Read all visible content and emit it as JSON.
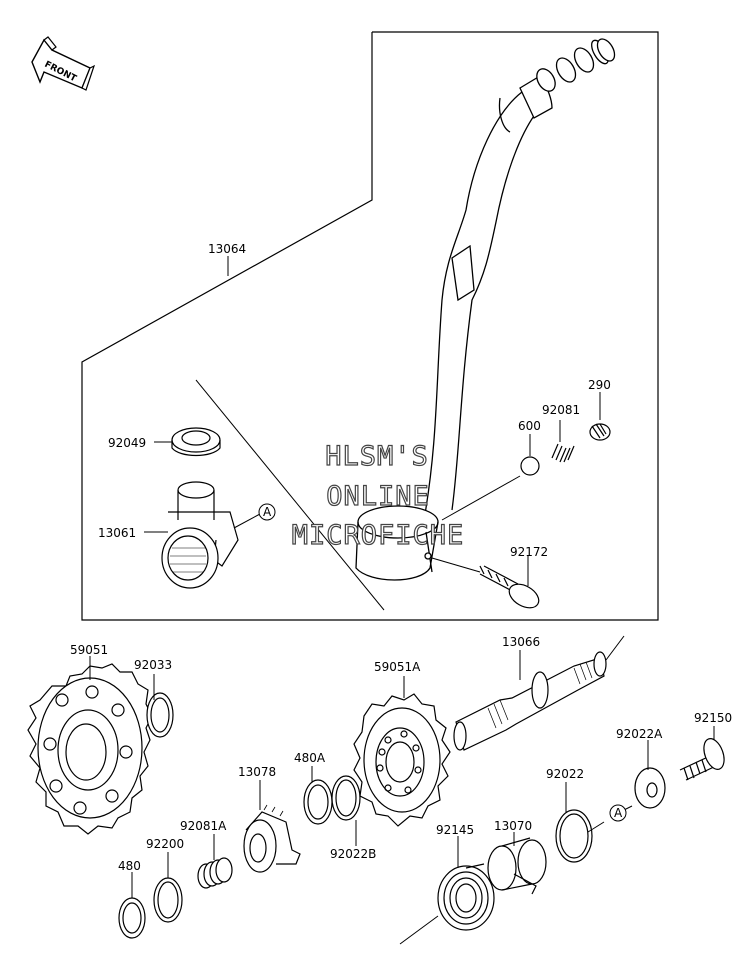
{
  "direction_label": "FRONT",
  "watermark": {
    "line1": "HLSM'S",
    "line2": "ONLINE",
    "line3": "MICROFICHE"
  },
  "ref_marker": "A",
  "callouts": {
    "c13064": "13064",
    "c92049": "92049",
    "c13061": "13061",
    "c290": "290",
    "c92081": "92081",
    "c600": "600",
    "c92172": "92172",
    "c59051": "59051",
    "c92033": "92033",
    "c59051A": "59051A",
    "c13066": "13066",
    "c92150": "92150",
    "c13078": "13078",
    "c480A": "480A",
    "c92022A": "92022A",
    "c92022": "92022",
    "c92081A": "92081A",
    "c13070": "13070",
    "c92145": "92145",
    "c92200": "92200",
    "c92022B": "92022B",
    "c480": "480"
  }
}
